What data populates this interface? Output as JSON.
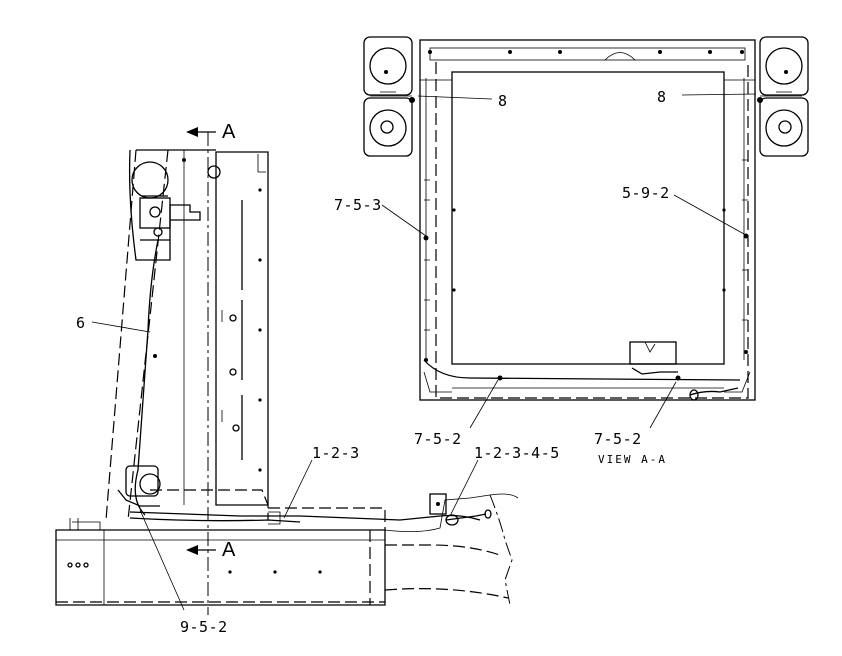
{
  "labels": {
    "section_a_top": "A",
    "section_a_bottom": "A",
    "callout_8_left": "8",
    "callout_8_right": "8",
    "callout_7_5_3": "7-5-3",
    "callout_5_9_2": "5-9-2",
    "callout_6": "6",
    "callout_7_5_2_left": "7-5-2",
    "callout_7_5_2_right": "7-5-2",
    "callout_1_2_3": "1-2-3",
    "callout_1_2_3_4_5": "1-2-3-4-5",
    "callout_9_5_2": "9-5-2",
    "view_title": "VIEW A-A"
  }
}
